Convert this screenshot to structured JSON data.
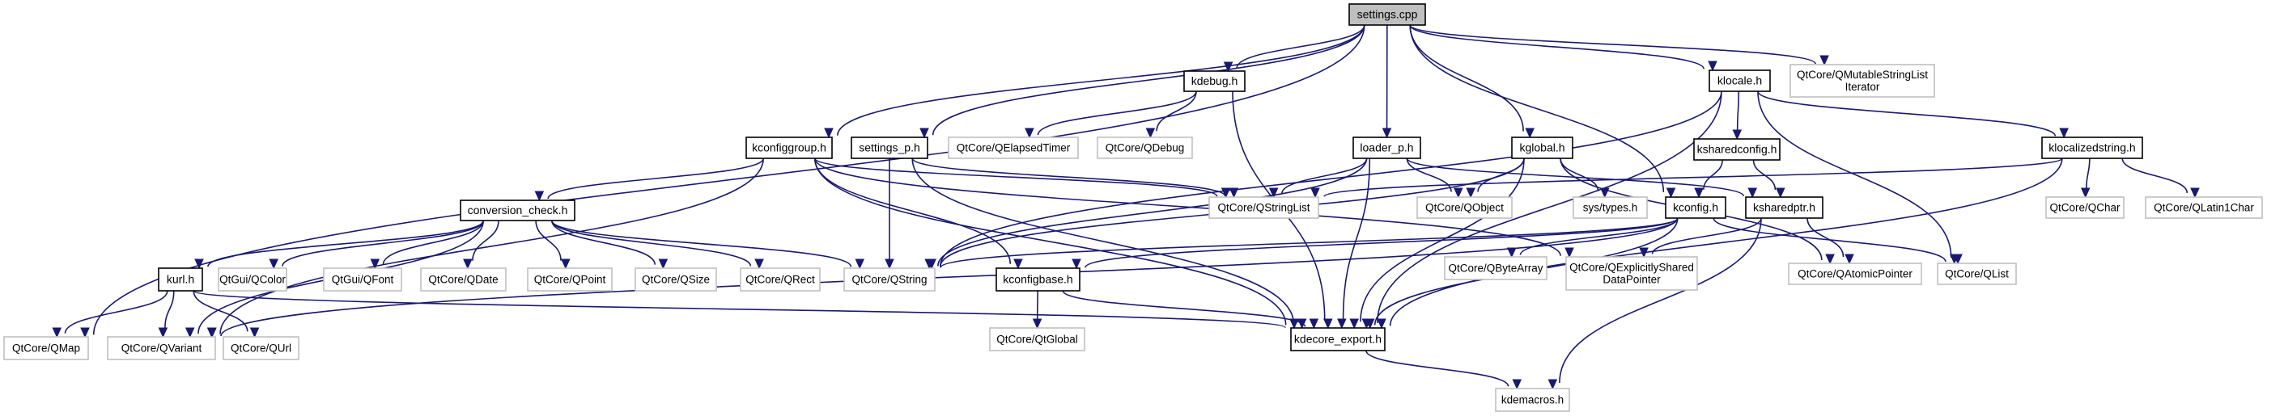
{
  "diagram": {
    "type": "include-dependency-graph",
    "root": "settings.cpp",
    "colors": {
      "edge": "#191970",
      "root_fill": "#bfbfbf",
      "node_border": "#000000",
      "external_border": "#bfbfbf"
    },
    "nodes": [
      {
        "id": "settings_cpp",
        "label": [
          "settings.cpp"
        ],
        "kind": "root"
      },
      {
        "id": "kdebug_h",
        "label": [
          "kdebug.h"
        ],
        "kind": "doc"
      },
      {
        "id": "klocale_h",
        "label": [
          "klocale.h"
        ],
        "kind": "doc"
      },
      {
        "id": "qmutable",
        "label": [
          "QtCore/QMutableStringList",
          "Iterator"
        ],
        "kind": "ext"
      },
      {
        "id": "kconfiggroup_h",
        "label": [
          "kconfiggroup.h"
        ],
        "kind": "doc"
      },
      {
        "id": "settings_p_h",
        "label": [
          "settings_p.h"
        ],
        "kind": "doc"
      },
      {
        "id": "qelapsedtimer",
        "label": [
          "QtCore/QElapsedTimer"
        ],
        "kind": "ext"
      },
      {
        "id": "qdebug",
        "label": [
          "QtCore/QDebug"
        ],
        "kind": "ext"
      },
      {
        "id": "loader_p_h",
        "label": [
          "loader_p.h"
        ],
        "kind": "doc"
      },
      {
        "id": "kglobal_h",
        "label": [
          "kglobal.h"
        ],
        "kind": "doc"
      },
      {
        "id": "ksharedconfig_h",
        "label": [
          "ksharedconfig.h"
        ],
        "kind": "doc"
      },
      {
        "id": "klocalizedstring_h",
        "label": [
          "klocalizedstring.h"
        ],
        "kind": "doc"
      },
      {
        "id": "conversion_check_h",
        "label": [
          "conversion_check.h"
        ],
        "kind": "doc"
      },
      {
        "id": "qstringlist",
        "label": [
          "QtCore/QStringList"
        ],
        "kind": "ext"
      },
      {
        "id": "qobject",
        "label": [
          "QtCore/QObject"
        ],
        "kind": "ext"
      },
      {
        "id": "systypes",
        "label": [
          "sys/types.h"
        ],
        "kind": "ext"
      },
      {
        "id": "kconfig_h",
        "label": [
          "kconfig.h"
        ],
        "kind": "doc"
      },
      {
        "id": "ksharedptr_h",
        "label": [
          "ksharedptr.h"
        ],
        "kind": "doc"
      },
      {
        "id": "qchar",
        "label": [
          "QtCore/QChar"
        ],
        "kind": "ext"
      },
      {
        "id": "qlatin1char",
        "label": [
          "QtCore/QLatin1Char"
        ],
        "kind": "ext"
      },
      {
        "id": "kurl_h",
        "label": [
          "kurl.h"
        ],
        "kind": "doc"
      },
      {
        "id": "qcolor",
        "label": [
          "QtGui/QColor"
        ],
        "kind": "ext"
      },
      {
        "id": "qfont",
        "label": [
          "QtGui/QFont"
        ],
        "kind": "ext"
      },
      {
        "id": "qdate",
        "label": [
          "QtCore/QDate"
        ],
        "kind": "ext"
      },
      {
        "id": "qpoint",
        "label": [
          "QtCore/QPoint"
        ],
        "kind": "ext"
      },
      {
        "id": "qsize",
        "label": [
          "QtCore/QSize"
        ],
        "kind": "ext"
      },
      {
        "id": "qrect",
        "label": [
          "QtCore/QRect"
        ],
        "kind": "ext"
      },
      {
        "id": "qstring",
        "label": [
          "QtCore/QString"
        ],
        "kind": "ext"
      },
      {
        "id": "kconfigbase_h",
        "label": [
          "kconfigbase.h"
        ],
        "kind": "doc"
      },
      {
        "id": "qbytearray",
        "label": [
          "QtCore/QByteArray"
        ],
        "kind": "ext"
      },
      {
        "id": "qexplicitly",
        "label": [
          "QtCore/QExplicitlyShared",
          "DataPointer"
        ],
        "kind": "ext"
      },
      {
        "id": "qatomicpointer",
        "label": [
          "QtCore/QAtomicPointer"
        ],
        "kind": "ext"
      },
      {
        "id": "qlist",
        "label": [
          "QtCore/QList"
        ],
        "kind": "ext"
      },
      {
        "id": "qmap",
        "label": [
          "QtCore/QMap"
        ],
        "kind": "ext"
      },
      {
        "id": "qvariant",
        "label": [
          "QtCore/QVariant"
        ],
        "kind": "ext"
      },
      {
        "id": "qurl",
        "label": [
          "QtCore/QUrl"
        ],
        "kind": "ext"
      },
      {
        "id": "qtglobal",
        "label": [
          "QtCore/QtGlobal"
        ],
        "kind": "ext"
      },
      {
        "id": "kdecore_export_h",
        "label": [
          "kdecore_export.h"
        ],
        "kind": "doc"
      },
      {
        "id": "kdemacros_h",
        "label": [
          "kdemacros.h"
        ],
        "kind": "ext"
      }
    ],
    "edges": [
      [
        "settings_cpp",
        "qmap"
      ],
      [
        "settings_cpp",
        "kconfiggroup_h"
      ],
      [
        "settings_cpp",
        "settings_p_h"
      ],
      [
        "settings_cpp",
        "kdebug_h"
      ],
      [
        "settings_cpp",
        "loader_p_h"
      ],
      [
        "settings_cpp",
        "kglobal_h"
      ],
      [
        "settings_cpp",
        "kconfig_h"
      ],
      [
        "settings_cpp",
        "klocale_h"
      ],
      [
        "settings_cpp",
        "qmutable"
      ],
      [
        "kdebug_h",
        "qelapsedtimer"
      ],
      [
        "kdebug_h",
        "qdebug"
      ],
      [
        "kdebug_h",
        "kdecore_export_h"
      ],
      [
        "klocale_h",
        "ksharedconfig_h"
      ],
      [
        "klocale_h",
        "klocalizedstring_h"
      ],
      [
        "klocale_h",
        "qstring"
      ],
      [
        "klocale_h",
        "qlist"
      ],
      [
        "klocale_h",
        "kdecore_export_h"
      ],
      [
        "kconfiggroup_h",
        "conversion_check_h"
      ],
      [
        "kconfiggroup_h",
        "qstringlist"
      ],
      [
        "kconfiggroup_h",
        "qvariant"
      ],
      [
        "kconfiggroup_h",
        "kconfigbase_h"
      ],
      [
        "kconfiggroup_h",
        "kdecore_export_h"
      ],
      [
        "kconfiggroup_h",
        "qexplicitly"
      ],
      [
        "settings_p_h",
        "qstring"
      ],
      [
        "settings_p_h",
        "qstringlist"
      ],
      [
        "settings_p_h",
        "kdecore_export_h"
      ],
      [
        "loader_p_h",
        "qstringlist"
      ],
      [
        "loader_p_h",
        "qobject"
      ],
      [
        "loader_p_h",
        "qstring"
      ],
      [
        "loader_p_h",
        "kdecore_export_h"
      ],
      [
        "loader_p_h",
        "ksharedptr_h"
      ],
      [
        "kglobal_h",
        "qobject"
      ],
      [
        "kglobal_h",
        "systypes"
      ],
      [
        "kglobal_h",
        "qatomicpointer"
      ],
      [
        "kglobal_h",
        "kdecore_export_h"
      ],
      [
        "kglobal_h",
        "qstring"
      ],
      [
        "ksharedconfig_h",
        "kconfig_h"
      ],
      [
        "ksharedconfig_h",
        "ksharedptr_h"
      ],
      [
        "klocalizedstring_h",
        "qstringlist"
      ],
      [
        "klocalizedstring_h",
        "qchar"
      ],
      [
        "klocalizedstring_h",
        "qlatin1char"
      ],
      [
        "klocalizedstring_h",
        "kdecore_export_h"
      ],
      [
        "conversion_check_h",
        "kurl_h"
      ],
      [
        "conversion_check_h",
        "qcolor"
      ],
      [
        "conversion_check_h",
        "qfont"
      ],
      [
        "conversion_check_h",
        "qdate"
      ],
      [
        "conversion_check_h",
        "qpoint"
      ],
      [
        "conversion_check_h",
        "qsize"
      ],
      [
        "conversion_check_h",
        "qrect"
      ],
      [
        "conversion_check_h",
        "qstring"
      ],
      [
        "conversion_check_h",
        "qvariant"
      ],
      [
        "kconfig_h",
        "kconfigbase_h"
      ],
      [
        "kconfig_h",
        "qstring"
      ],
      [
        "kconfig_h",
        "qvariant"
      ],
      [
        "kconfig_h",
        "qbytearray"
      ],
      [
        "kconfig_h",
        "qlist"
      ],
      [
        "kconfig_h",
        "kdecore_export_h"
      ],
      [
        "ksharedptr_h",
        "qexplicitly"
      ],
      [
        "ksharedptr_h",
        "qatomicpointer"
      ],
      [
        "ksharedptr_h",
        "kdemacros_h"
      ],
      [
        "kurl_h",
        "qmap"
      ],
      [
        "kurl_h",
        "qvariant"
      ],
      [
        "kurl_h",
        "qurl"
      ],
      [
        "kurl_h",
        "kdecore_export_h"
      ],
      [
        "kconfigbase_h",
        "qtglobal"
      ],
      [
        "kconfigbase_h",
        "kdecore_export_h"
      ],
      [
        "kdecore_export_h",
        "kdemacros_h"
      ]
    ]
  }
}
